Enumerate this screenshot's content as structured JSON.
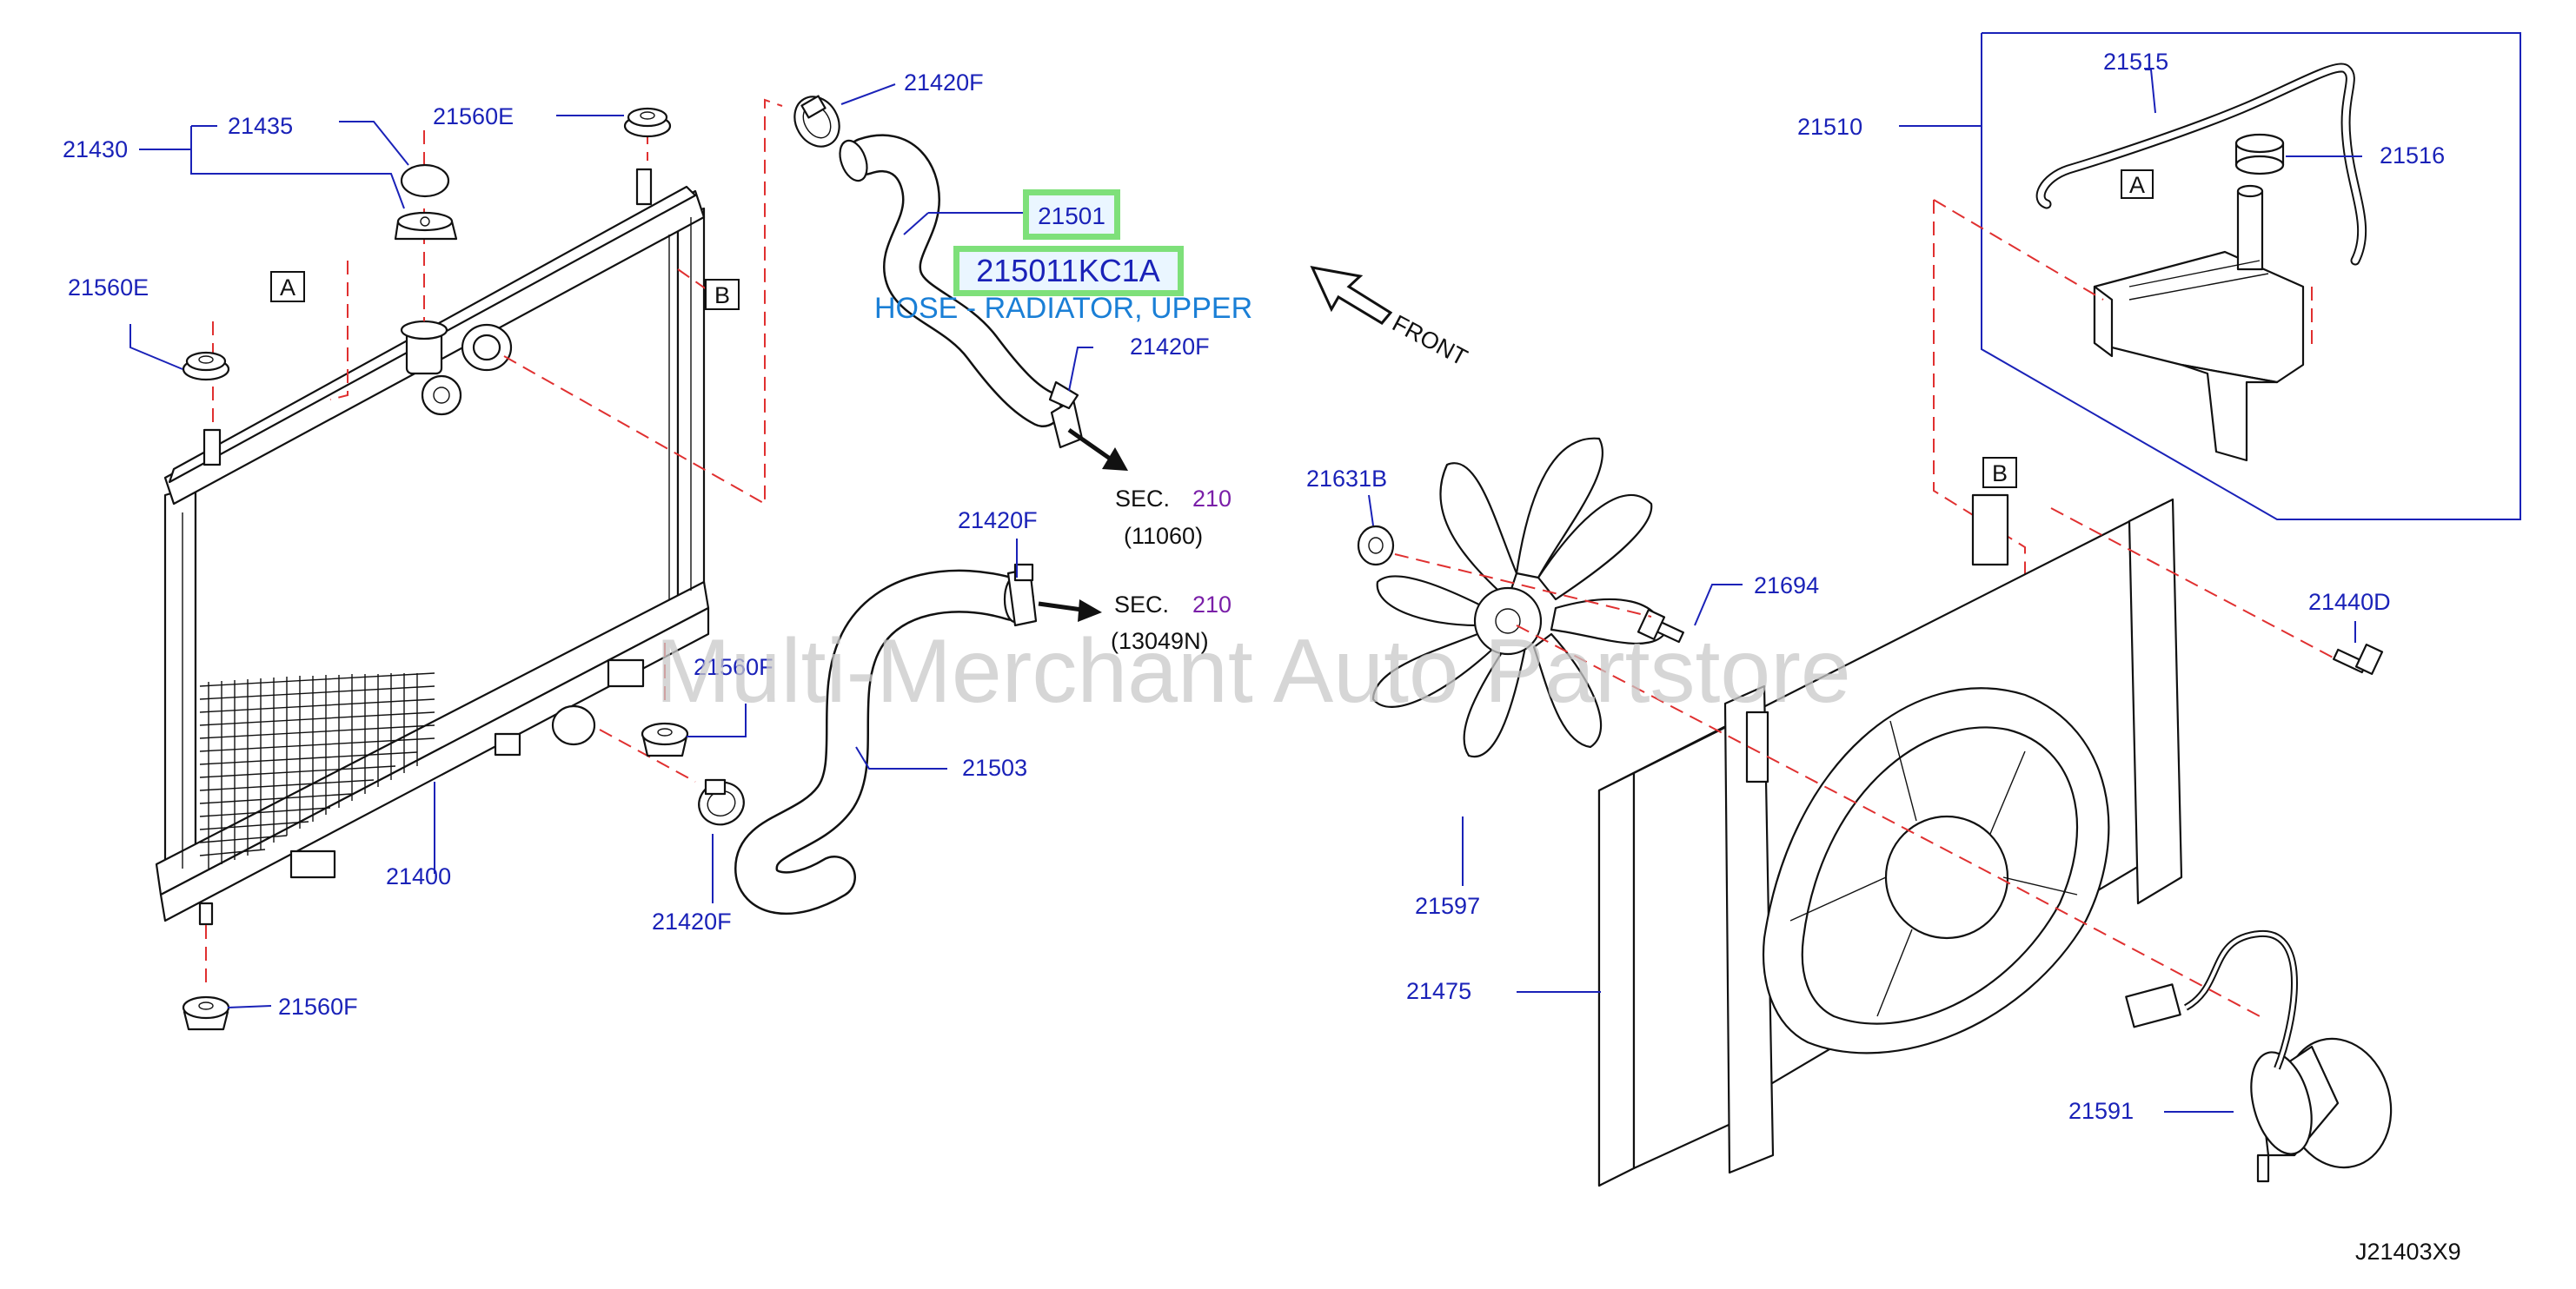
{
  "diagram_code": "J21403X9",
  "watermark": "Multi-Merchant Auto Partstore",
  "highlight": {
    "short_part": "21501",
    "part_number": "215011KC1A",
    "description": "HOSE - RADIATOR, UPPER"
  },
  "front_label": "FRONT",
  "section_refs": [
    {
      "sec": "SEC.",
      "num": "210",
      "code": "(11060)"
    },
    {
      "sec": "SEC.",
      "num": "210",
      "code": "(13049N)"
    }
  ],
  "ref_letters": {
    "a": "A",
    "b": "B"
  },
  "parts": {
    "p21430": "21430",
    "p21435": "21435",
    "p21560E_top": "21560E",
    "p21560E_left": "21560E",
    "p21420F_top": "21420F",
    "p21420F_mid": "21420F",
    "p21420F_lowmid": "21420F",
    "p21420F_bottom": "21420F",
    "p21560F_mid": "21560F",
    "p21560F_bottom": "21560F",
    "p21400": "21400",
    "p21503": "21503",
    "p21510": "21510",
    "p21515": "21515",
    "p21516": "21516",
    "p21631B": "21631B",
    "p21694": "21694",
    "p21440D": "21440D",
    "p21597": "21597",
    "p21475": "21475",
    "p21591": "21591"
  }
}
